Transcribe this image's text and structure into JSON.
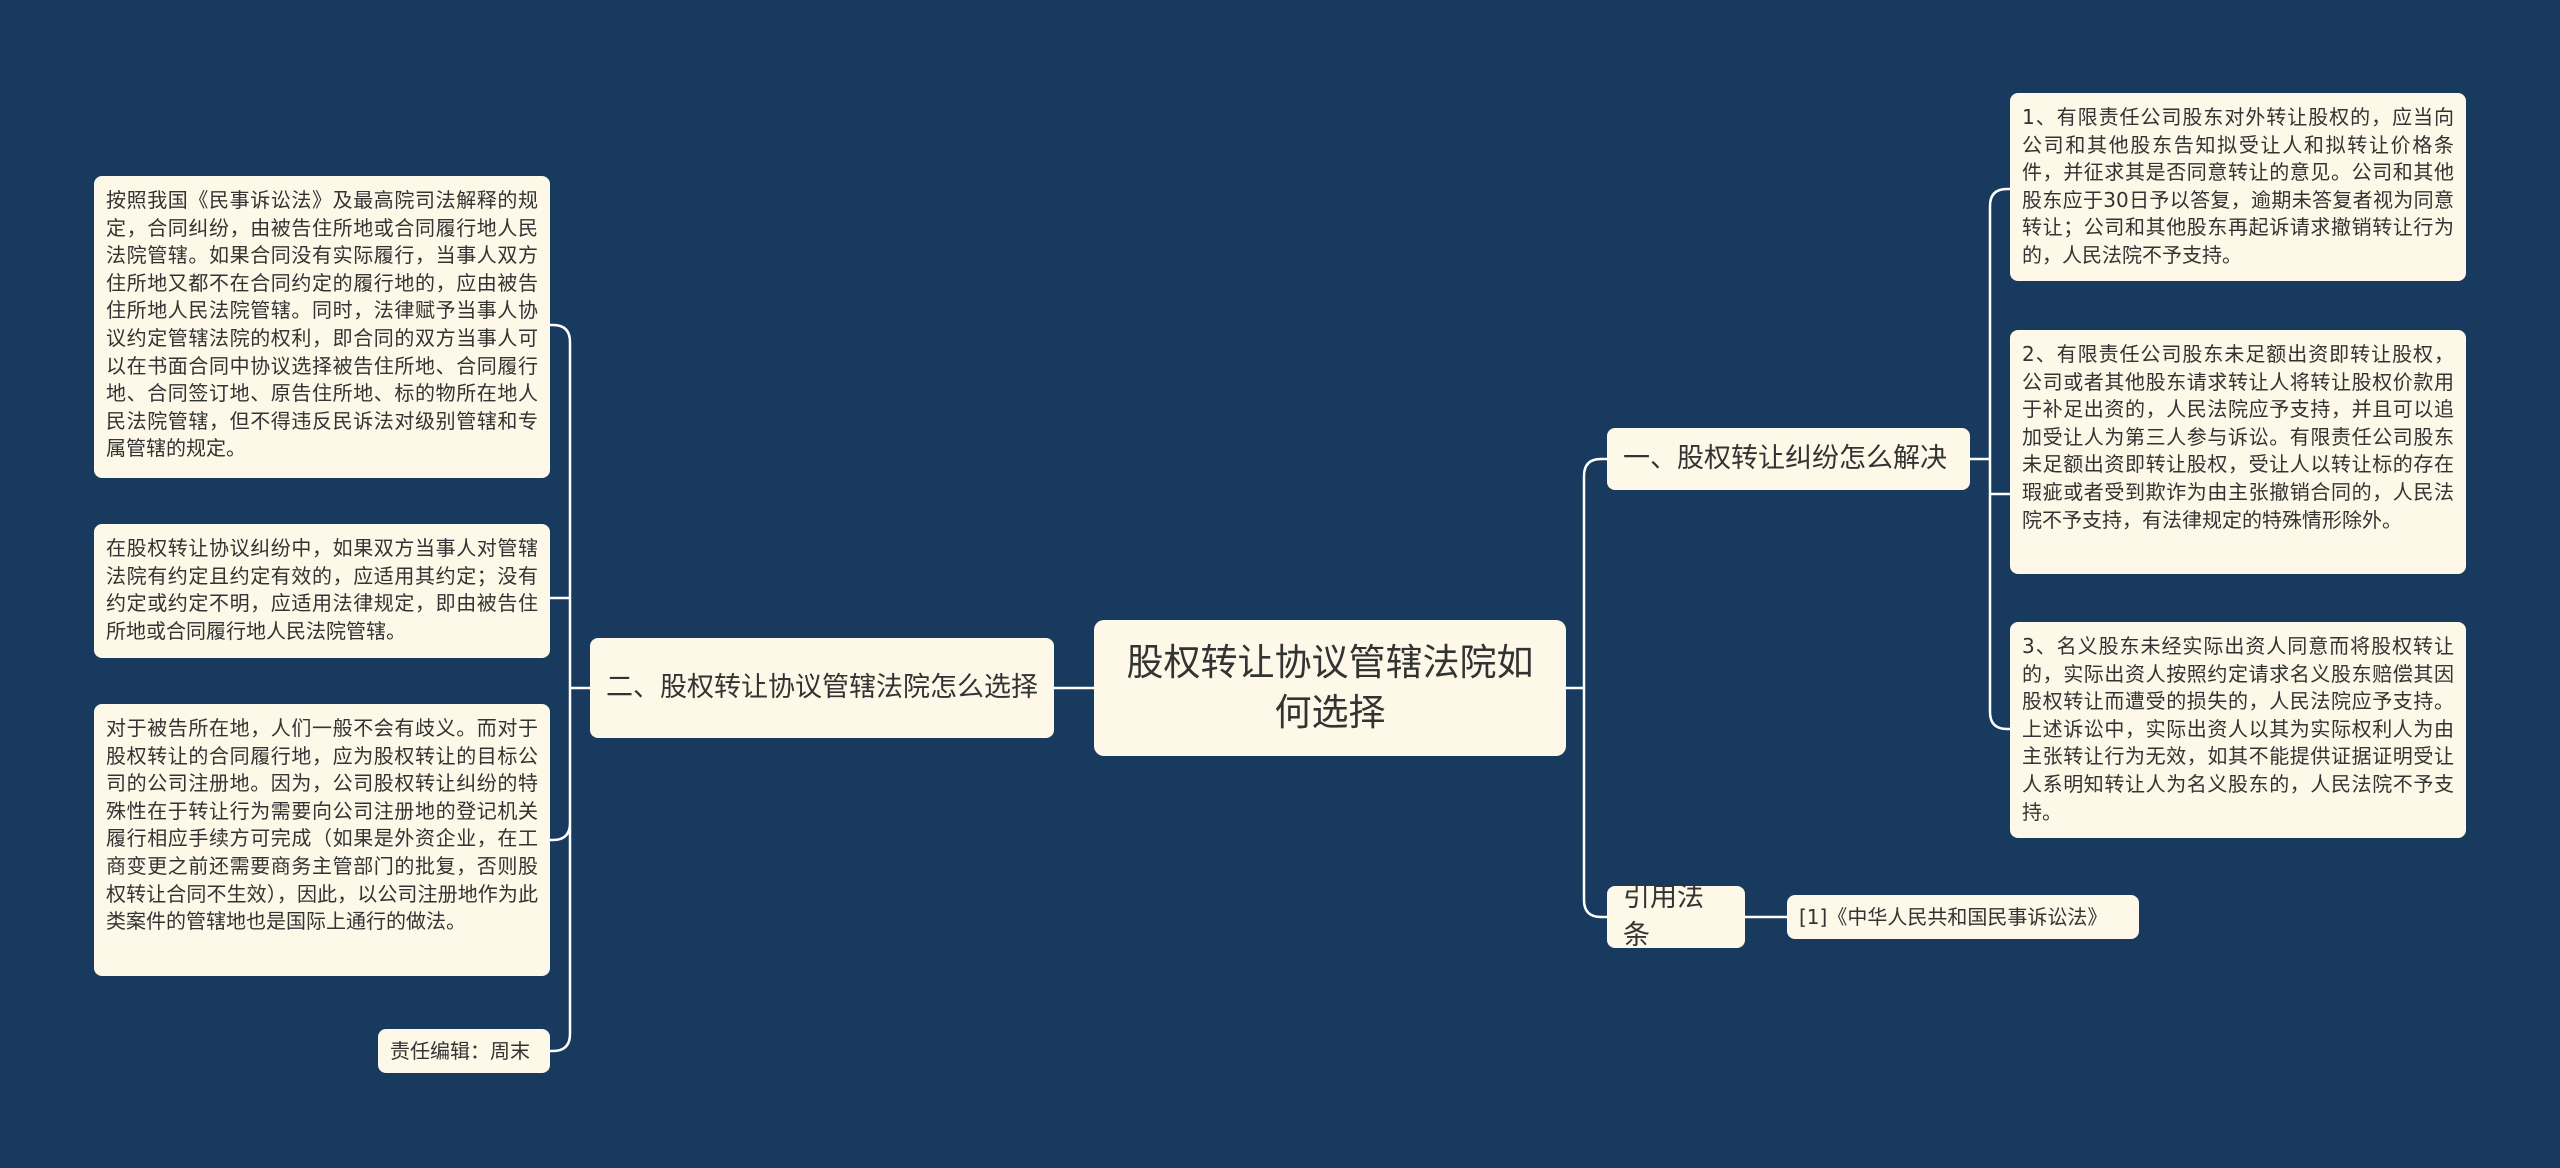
{
  "colors": {
    "background": "#173a5e",
    "node_fill": "#fdf8e7",
    "connector": "#ffffff",
    "text": "#333333"
  },
  "mindmap": {
    "center": {
      "title": "股权转让协议管辖法院如何选择"
    },
    "right": [
      {
        "label": "一、股权转让纠纷怎么解决",
        "children": [
          "1、有限责任公司股东对外转让股权的，应当向公司和其他股东告知拟受让人和拟转让价格条件，并征求其是否同意转让的意见。公司和其他股东应于30日予以答复，逾期未答复者视为同意转让；公司和其他股东再起诉请求撤销转让行为的，人民法院不予支持。",
          "2、有限责任公司股东未足额出资即转让股权，公司或者其他股东请求转让人将转让股权价款用于补足出资的，人民法院应予支持，并且可以追加受让人为第三人参与诉讼。有限责任公司股东未足额出资即转让股权，受让人以转让标的存在瑕疵或者受到欺诈为由主张撤销合同的，人民法院不予支持，有法律规定的特殊情形除外。",
          "3、名义股东未经实际出资人同意而将股权转让的，实际出资人按照约定请求名义股东赔偿其因股权转让而遭受的损失的，人民法院应予支持。上述诉讼中，实际出资人以其为实际权利人为由主张转让行为无效，如其不能提供证据证明受让人系明知转让人为名义股东的，人民法院不予支持。"
        ]
      },
      {
        "label": "引用法条",
        "children": [
          "[1]《中华人民共和国民事诉讼法》"
        ]
      }
    ],
    "left": [
      {
        "label": "二、股权转让协议管辖法院怎么选择",
        "children": [
          "按照我国《民事诉讼法》及最高院司法解释的规定，合同纠纷，由被告住所地或合同履行地人民法院管辖。如果合同没有实际履行，当事人双方住所地又都不在合同约定的履行地的，应由被告住所地人民法院管辖。同时，法律赋予当事人协议约定管辖法院的权利，即合同的双方当事人可以在书面合同中协议选择被告住所地、合同履行地、合同签订地、原告住所地、标的物所在地人民法院管辖，但不得违反民诉法对级别管辖和专属管辖的规定。",
          "在股权转让协议纠纷中，如果双方当事人对管辖法院有约定且约定有效的，应适用其约定；没有约定或约定不明，应适用法律规定，即由被告住所地或合同履行地人民法院管辖。",
          "对于被告所在地，人们一般不会有歧义。而对于股权转让的合同履行地，应为股权转让的目标公司的公司注册地。因为，公司股权转让纠纷的特殊性在于转让行为需要向公司注册地的登记机关履行相应手续方可完成（如果是外资企业，在工商变更之前还需要商务主管部门的批复，否则股权转让合同不生效），因此，以公司注册地作为此类案件的管辖地也是国际上通行的做法。",
          "责任编辑：周末"
        ]
      }
    ]
  }
}
